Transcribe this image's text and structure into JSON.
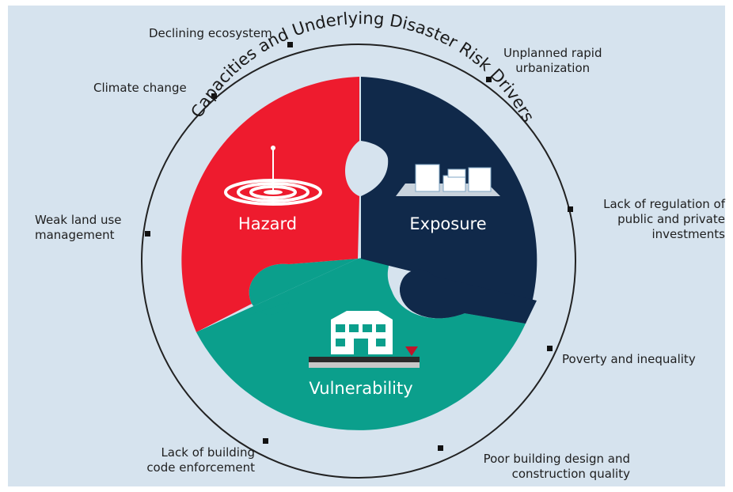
{
  "title": "Capacities and Underlying Disaster Risk Drivers",
  "pieces": {
    "hazard": "Hazard",
    "exposure": "Exposure",
    "vulnerability": "Vulnerability"
  },
  "drivers": {
    "declining_ecosystem": "Declining ecosystem",
    "unplanned_urbanization": "Unplanned rapid\nurbanization",
    "climate_change": "Climate change",
    "weak_land_use": "Weak land use\nmanagement",
    "lack_of_regulation": "Lack of regulation of\npublic and private\ninvestments",
    "poverty": "Poverty and inequality",
    "lack_of_code_enforcement": "Lack of building\ncode enforcement",
    "poor_building_design": "Poor building design and\nconstruction quality"
  },
  "colors": {
    "hazard": "#ee1b2e",
    "exposure": "#10294a",
    "vulnerability": "#0b9f8c",
    "background": "#d6e3ee"
  }
}
